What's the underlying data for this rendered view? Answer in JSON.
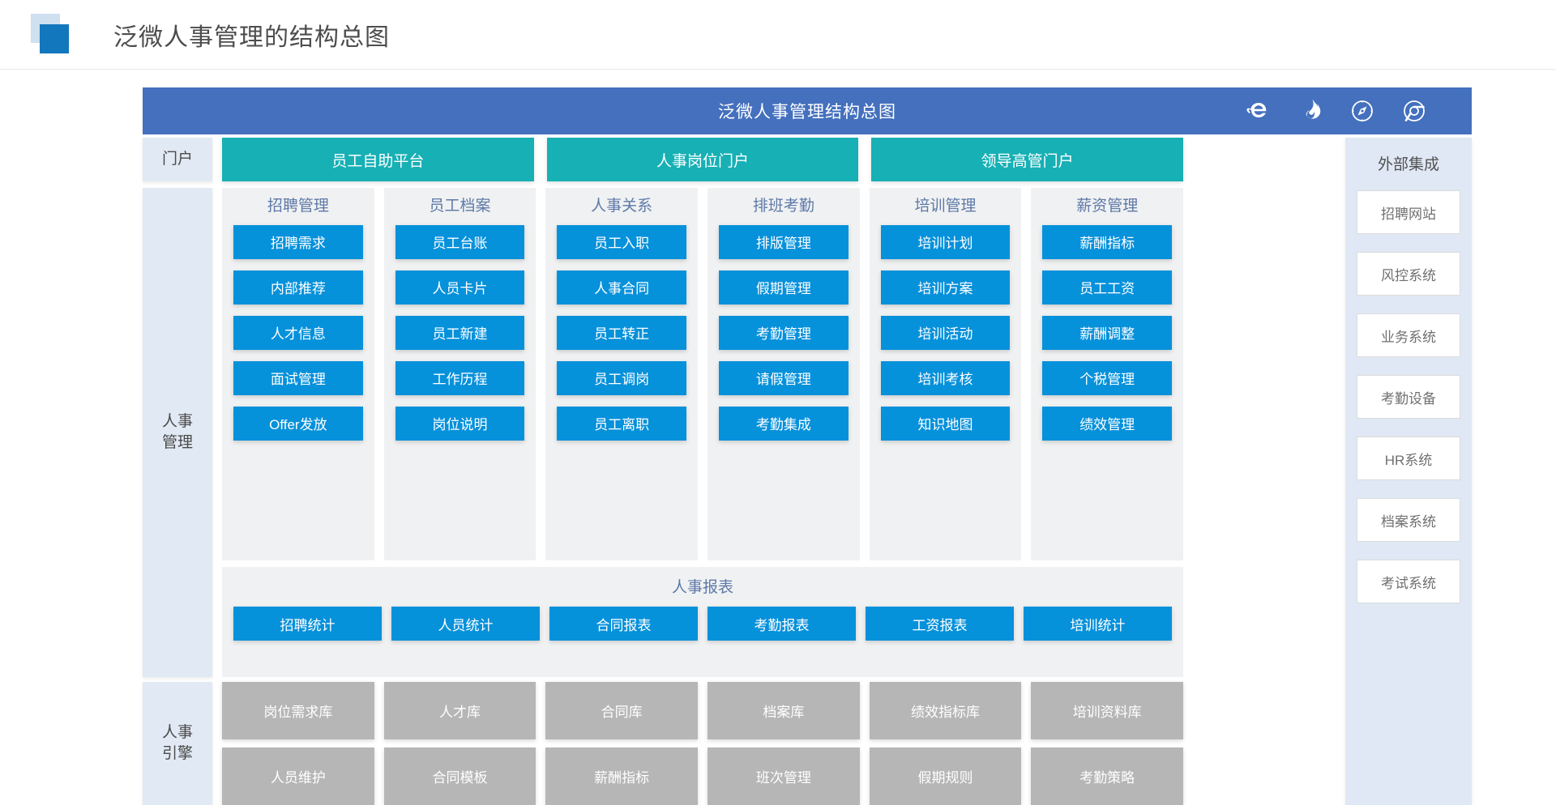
{
  "header": {
    "title": "泛微人事管理的结构总图",
    "logo_back_color": "#cfe0f0",
    "logo_front_color": "#1277bc"
  },
  "diagram": {
    "title_bar": {
      "text": "泛微人事管理结构总图",
      "bg_color": "#4470be",
      "browser_icons": [
        "internet-explorer-icon",
        "firefox-icon",
        "safari-icon",
        "chrome-icon"
      ]
    },
    "row_labels": {
      "portal": "门户",
      "hr_management": "人事\n管理",
      "hr_management_line1": "人事",
      "hr_management_line2": "管理",
      "engine_line1": "人事",
      "engine_line2": "引擎"
    },
    "portals": {
      "accent_color": "#17b0b5",
      "items": [
        {
          "label": "员工自助平台"
        },
        {
          "label": "人事岗位门户"
        },
        {
          "label": "领导高管门户"
        }
      ]
    },
    "modules": {
      "accent_color": "#0691db",
      "title_color": "#5d79a8",
      "columns": [
        {
          "title": "招聘管理",
          "items": [
            "招聘需求",
            "内部推荐",
            "人才信息",
            "面试管理",
            "Offer发放"
          ]
        },
        {
          "title": "员工档案",
          "items": [
            "员工台账",
            "人员卡片",
            "员工新建",
            "工作历程",
            "岗位说明"
          ]
        },
        {
          "title": "人事关系",
          "items": [
            "员工入职",
            "人事合同",
            "员工转正",
            "员工调岗",
            "员工离职"
          ]
        },
        {
          "title": "排班考勤",
          "items": [
            "排版管理",
            "假期管理",
            "考勤管理",
            "请假管理",
            "考勤集成"
          ]
        },
        {
          "title": "培训管理",
          "items": [
            "培训计划",
            "培训方案",
            "培训活动",
            "培训考核",
            "知识地图"
          ]
        },
        {
          "title": "薪资管理",
          "items": [
            "薪酬指标",
            "员工工资",
            "薪酬调整",
            "个税管理",
            "绩效管理"
          ]
        }
      ]
    },
    "reports": {
      "title": "人事报表",
      "items": [
        "招聘统计",
        "人员统计",
        "合同报表",
        "考勤报表",
        "工资报表",
        "培训统计"
      ]
    },
    "engine": {
      "accent_color": "#b6b6b6",
      "row1": [
        "岗位需求库",
        "人才库",
        "合同库",
        "档案库",
        "绩效指标库",
        "培训资料库"
      ],
      "row2": [
        "人员维护",
        "合同模板",
        "薪酬指标",
        "班次管理",
        "假期规则",
        "考勤策略"
      ]
    },
    "external": {
      "title": "外部集成",
      "bg_color": "#dfe8f4",
      "items": [
        "招聘网站",
        "风控系统",
        "业务系统",
        "考勤设备",
        "HR系统",
        "档案系统",
        "考试系统"
      ]
    }
  }
}
